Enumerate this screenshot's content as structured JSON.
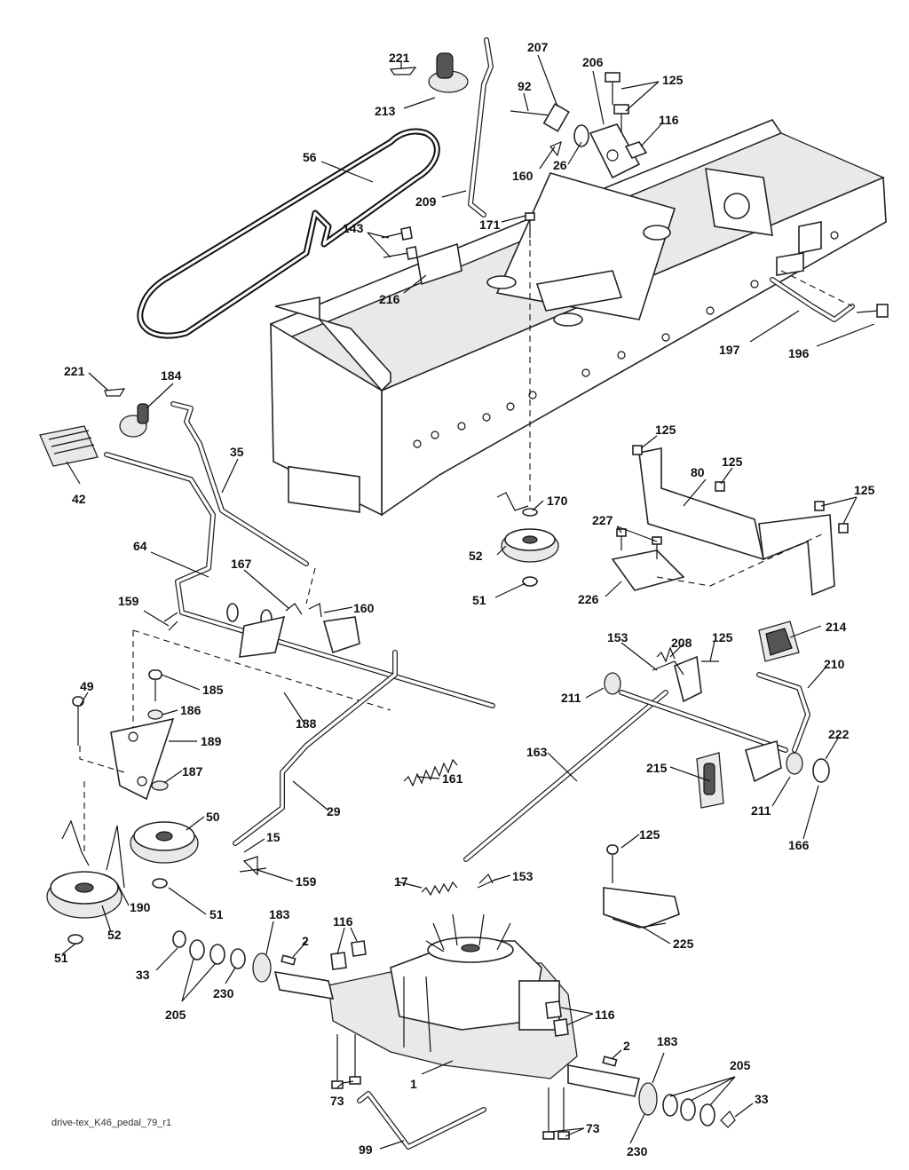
{
  "diagram": {
    "file_label": "drive-tex_K46_pedal_79_r1"
  },
  "callouts": [
    {
      "id": "c221a",
      "text": "221"
    },
    {
      "id": "c213",
      "text": "213"
    },
    {
      "id": "c207",
      "text": "207"
    },
    {
      "id": "c206",
      "text": "206"
    },
    {
      "id": "c125a",
      "text": "125"
    },
    {
      "id": "c92",
      "text": "92"
    },
    {
      "id": "c116a",
      "text": "116"
    },
    {
      "id": "c56",
      "text": "56"
    },
    {
      "id": "c160a",
      "text": "160"
    },
    {
      "id": "c26",
      "text": "26"
    },
    {
      "id": "c209",
      "text": "209"
    },
    {
      "id": "c171",
      "text": "171"
    },
    {
      "id": "c143",
      "text": "143"
    },
    {
      "id": "c216",
      "text": "216"
    },
    {
      "id": "c197",
      "text": "197"
    },
    {
      "id": "c196",
      "text": "196"
    },
    {
      "id": "c221b",
      "text": "221"
    },
    {
      "id": "c184",
      "text": "184"
    },
    {
      "id": "c35",
      "text": "35"
    },
    {
      "id": "c42",
      "text": "42"
    },
    {
      "id": "c125b",
      "text": "125"
    },
    {
      "id": "c125c",
      "text": "125"
    },
    {
      "id": "c80",
      "text": "80"
    },
    {
      "id": "c125d",
      "text": "125"
    },
    {
      "id": "c170",
      "text": "170"
    },
    {
      "id": "c227",
      "text": "227"
    },
    {
      "id": "c52a",
      "text": "52"
    },
    {
      "id": "c51a",
      "text": "51"
    },
    {
      "id": "c226",
      "text": "226"
    },
    {
      "id": "c64",
      "text": "64"
    },
    {
      "id": "c167",
      "text": "167"
    },
    {
      "id": "c160b",
      "text": "160"
    },
    {
      "id": "c159a",
      "text": "159"
    },
    {
      "id": "c214",
      "text": "214"
    },
    {
      "id": "c153a",
      "text": "153"
    },
    {
      "id": "c208",
      "text": "208"
    },
    {
      "id": "c125e",
      "text": "125"
    },
    {
      "id": "c210",
      "text": "210"
    },
    {
      "id": "c211a",
      "text": "211"
    },
    {
      "id": "c49",
      "text": "49"
    },
    {
      "id": "c185",
      "text": "185"
    },
    {
      "id": "c186",
      "text": "186"
    },
    {
      "id": "c188",
      "text": "188"
    },
    {
      "id": "c189",
      "text": "189"
    },
    {
      "id": "c222",
      "text": "222"
    },
    {
      "id": "c163",
      "text": "163"
    },
    {
      "id": "c187",
      "text": "187"
    },
    {
      "id": "c161",
      "text": "161"
    },
    {
      "id": "c215",
      "text": "215"
    },
    {
      "id": "c211b",
      "text": "211"
    },
    {
      "id": "c166",
      "text": "166"
    },
    {
      "id": "c50",
      "text": "50"
    },
    {
      "id": "c29",
      "text": "29"
    },
    {
      "id": "c15",
      "text": "15"
    },
    {
      "id": "c125f",
      "text": "125"
    },
    {
      "id": "c159b",
      "text": "159"
    },
    {
      "id": "c51b",
      "text": "51"
    },
    {
      "id": "c190",
      "text": "190"
    },
    {
      "id": "c17",
      "text": "17"
    },
    {
      "id": "c153b",
      "text": "153"
    },
    {
      "id": "c52b",
      "text": "52"
    },
    {
      "id": "c225",
      "text": "225"
    },
    {
      "id": "c51c",
      "text": "51"
    },
    {
      "id": "c183a",
      "text": "183"
    },
    {
      "id": "c116b",
      "text": "116"
    },
    {
      "id": "c2a",
      "text": "2"
    },
    {
      "id": "c33a",
      "text": "33"
    },
    {
      "id": "c230a",
      "text": "230"
    },
    {
      "id": "c205a",
      "text": "205"
    },
    {
      "id": "c116c",
      "text": "116"
    },
    {
      "id": "c2b",
      "text": "2"
    },
    {
      "id": "c183b",
      "text": "183"
    },
    {
      "id": "c205b",
      "text": "205"
    },
    {
      "id": "c1",
      "text": "1"
    },
    {
      "id": "c73a",
      "text": "73"
    },
    {
      "id": "c33b",
      "text": "33"
    },
    {
      "id": "c99",
      "text": "99"
    },
    {
      "id": "c73b",
      "text": "73"
    },
    {
      "id": "c230b",
      "text": "230"
    }
  ]
}
